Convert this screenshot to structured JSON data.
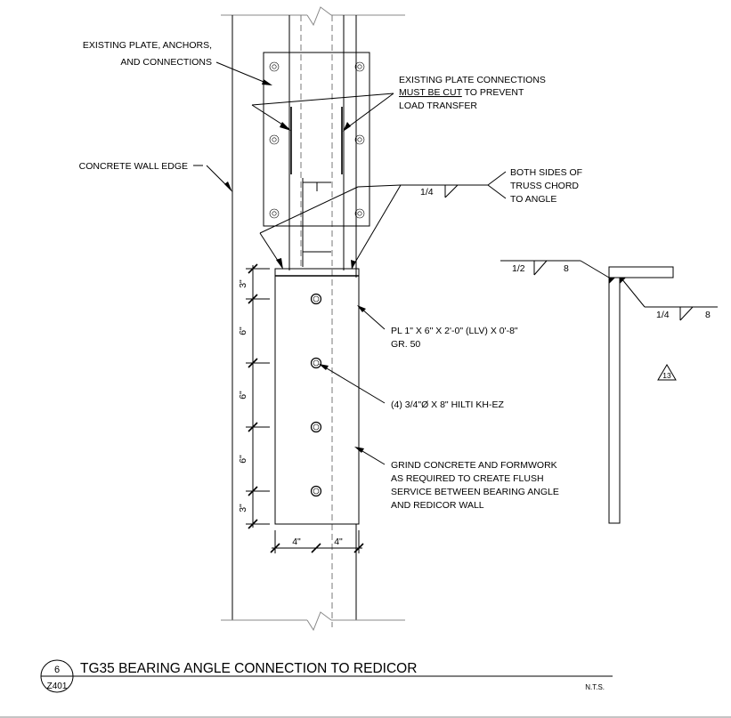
{
  "labels": {
    "existing_plate": [
      "EXISTING PLATE, ANCHORS,",
      "AND CONNECTIONS"
    ],
    "existing_connections": [
      "EXISTING PLATE CONNECTIONS",
      "MUST BE CUT",
      " TO PREVENT",
      "LOAD TRANSFER"
    ],
    "wall_edge": "CONCRETE WALL EDGE",
    "both_sides": [
      "BOTH SIDES OF",
      "TRUSS CHORD",
      "TO ANGLE"
    ],
    "plate_spec": [
      "PL 1\" X 6\" X 2'-0\" (LLV) X 0'-8\"",
      "GR. 50"
    ],
    "anchors": "(4) 3/4\"Ø X 8\" HILTI KH-EZ",
    "grind": [
      "GRIND CONCRETE AND FORMWORK",
      "AS REQUIRED TO CREATE FLUSH",
      "SERVICE BETWEEN BEARING ANGLE",
      "AND REDICOR WALL"
    ]
  },
  "welds": {
    "main": "1/4",
    "section_left_size": "1/2",
    "section_left_length": "8",
    "section_right_size": "1/4",
    "section_right_length": "8"
  },
  "dimensions": {
    "vertical": [
      "3\"",
      "6\"",
      "6\"",
      "6\"",
      "3\""
    ],
    "horizontal": [
      "4\"",
      "4\""
    ]
  },
  "revision_tag": "13",
  "title_block": {
    "detail_number": "6",
    "sheet": "Z401",
    "title": "TG35 BEARING ANGLE CONNECTION TO REDICOR",
    "scale": "N.T.S."
  }
}
